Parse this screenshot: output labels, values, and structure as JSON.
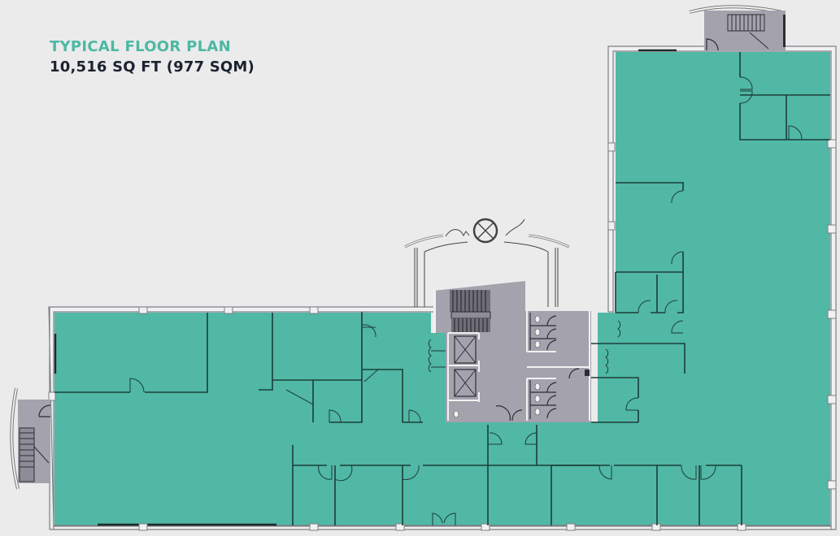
{
  "header": {
    "title": "TYPICAL FLOOR PLAN",
    "area": "10,516 SQ FT (977 SQM)"
  },
  "plan": {
    "colors": {
      "background": "#ebebeb",
      "office_space": "#50b8a4",
      "core": "#a3a2ad",
      "walls": "#1c3d3a",
      "title_accent": "#4db8a3",
      "area_text": "#1b2230"
    },
    "zones": [
      {
        "name": "west-wing-office",
        "type": "office_space"
      },
      {
        "name": "east-wing-office",
        "type": "office_space"
      },
      {
        "name": "central-core",
        "type": "core",
        "contains": [
          "stair",
          "elevator",
          "elevator",
          "restroom-accessible",
          "restroom-men",
          "restroom-women"
        ]
      },
      {
        "name": "north-stair",
        "type": "core"
      },
      {
        "name": "west-stair",
        "type": "core"
      },
      {
        "name": "entrance-canopy",
        "type": "exterior"
      }
    ]
  }
}
